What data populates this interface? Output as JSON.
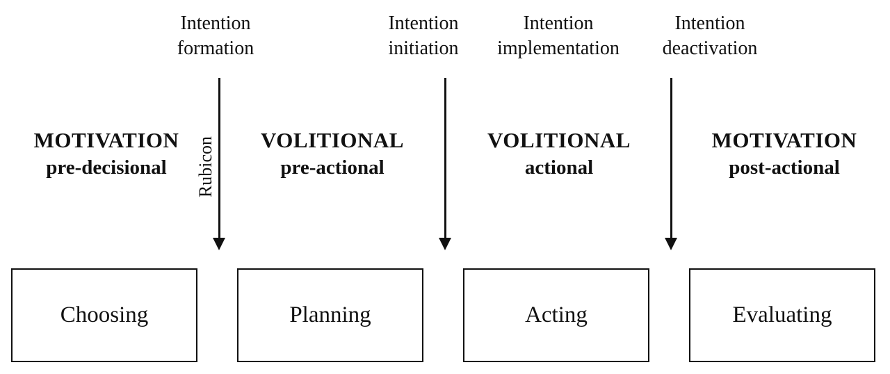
{
  "transitions": [
    {
      "line1": "Intention",
      "line2": "formation"
    },
    {
      "line1": "Intention",
      "line2": "initiation"
    },
    {
      "line1": "Intention",
      "line2": "implementation"
    },
    {
      "line1": "Intention",
      "line2": "deactivation"
    }
  ],
  "phases": [
    {
      "name": "MOTIVATION",
      "sub": "pre-decisional"
    },
    {
      "name": "VOLITIONAL",
      "sub": "pre-actional"
    },
    {
      "name": "VOLITIONAL",
      "sub": "actional"
    },
    {
      "name": "MOTIVATION",
      "sub": "post-actional"
    }
  ],
  "rubicon_label": "Rubicon",
  "stages": [
    "Choosing",
    "Planning",
    "Acting",
    "Evaluating"
  ],
  "colors": {
    "ink": "#111111",
    "background": "#ffffff"
  },
  "icons": [
    "down-arrow-icon"
  ]
}
